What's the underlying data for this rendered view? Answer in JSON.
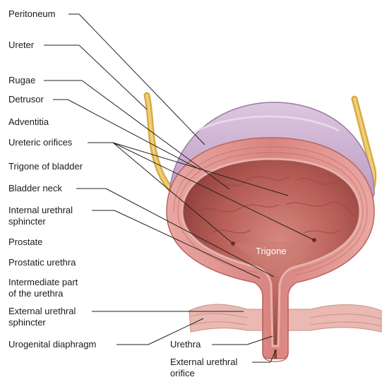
{
  "labels": {
    "peritoneum": "Peritoneum",
    "ureter": "Ureter",
    "rugae": "Rugae",
    "detrusor": "Detrusor",
    "adventitia": "Adventitia",
    "ureteric_orifices": "Ureteric orifices",
    "trigone_of_bladder": "Trigone of bladder",
    "bladder_neck": "Bladder neck",
    "internal_urethral_sphincter_1": "Internal urethral",
    "internal_urethral_sphincter_2": "sphincter",
    "prostate": "Prostate",
    "prostatic_urethra": "Prostatic urethra",
    "intermediate_part_1": "Intermediate part",
    "intermediate_part_2": "of the urethra",
    "external_urethral_sphincter_1": "External urethral",
    "external_urethral_sphincter_2": "sphincter",
    "urogenital_diaphragm": "Urogenital diaphragm",
    "trigone": "Trigone",
    "urethra": "Urethra",
    "external_urethral_orifice_1": "External urethral",
    "external_urethral_orifice_2": "orifice"
  },
  "colors": {
    "peritoneum": "#c9a9cf",
    "bladder_wall": "#e79a97",
    "bladder_inner": "#c97368",
    "lumen": "#b45a53",
    "ureter": "#e3bc5a",
    "background": "#ffffff"
  }
}
